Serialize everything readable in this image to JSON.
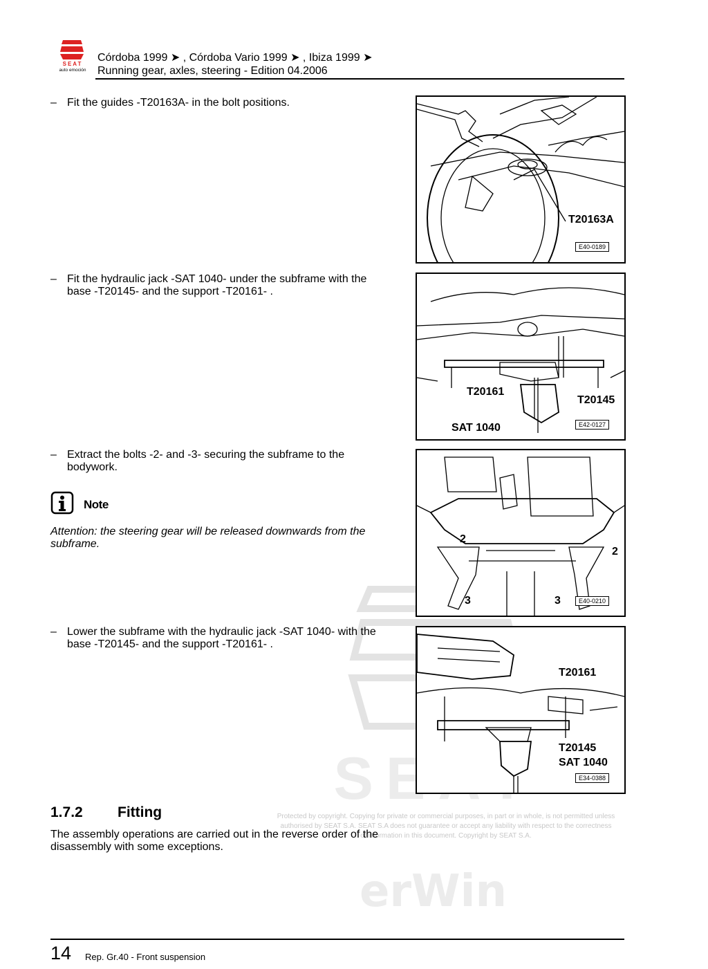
{
  "header": {
    "brand": "SEAT",
    "brand_tagline": "auto emoción",
    "models": "Córdoba 1999 ➤ , Córdoba Vario 1999 ➤ , Ibiza 1999 ➤",
    "subtitle": "Running gear, axles, steering - Edition 04.2006"
  },
  "steps": [
    {
      "dash": "–",
      "text": "Fit the guides -T20163A- in the bolt positions."
    },
    {
      "dash": "–",
      "text": "Fit the hydraulic jack -SAT 1040- under the subframe with the base -T20145- and the support -T20161- ."
    },
    {
      "dash": "–",
      "text": "Extract the bolts -2- and -3- securing the subframe to the bodywork."
    },
    {
      "dash": "–",
      "text": "Lower the subframe with the hydraulic jack -SAT 1040- with the base -T20145- and the support -T20161- ."
    }
  ],
  "note": {
    "icon": "info-icon",
    "label": "Note",
    "text": "Attention: the steering gear will be released downwards from the subframe."
  },
  "figures": [
    {
      "code": "E40-0189",
      "labels": [
        "T20163A"
      ]
    },
    {
      "code": "E42-0127",
      "labels": [
        "T20161",
        "T20145",
        "SAT 1040"
      ]
    },
    {
      "code": "E40-0210",
      "labels": [
        "2",
        "2",
        "3",
        "3"
      ]
    },
    {
      "code": "E34-0388",
      "labels": [
        "T20161",
        "T20145",
        "SAT 1040"
      ]
    }
  ],
  "section": {
    "number": "1.7.2",
    "title": "Fitting",
    "text": "The assembly operations are carried out in the reverse order of the disassembly with some exceptions."
  },
  "watermark": {
    "copyright": "Protected by copyright. Copying for private or commercial purposes, in part or in whole, is not permitted unless authorised by SEAT S.A. SEAT S.A does not guarantee or accept any liability with respect to the correctness of information in this document. Copyright by SEAT S.A.",
    "brand": "SEAT",
    "erwin": "erWin"
  },
  "footer": {
    "page_number": "14",
    "text": "Rep. Gr.40 - Front suspension"
  }
}
